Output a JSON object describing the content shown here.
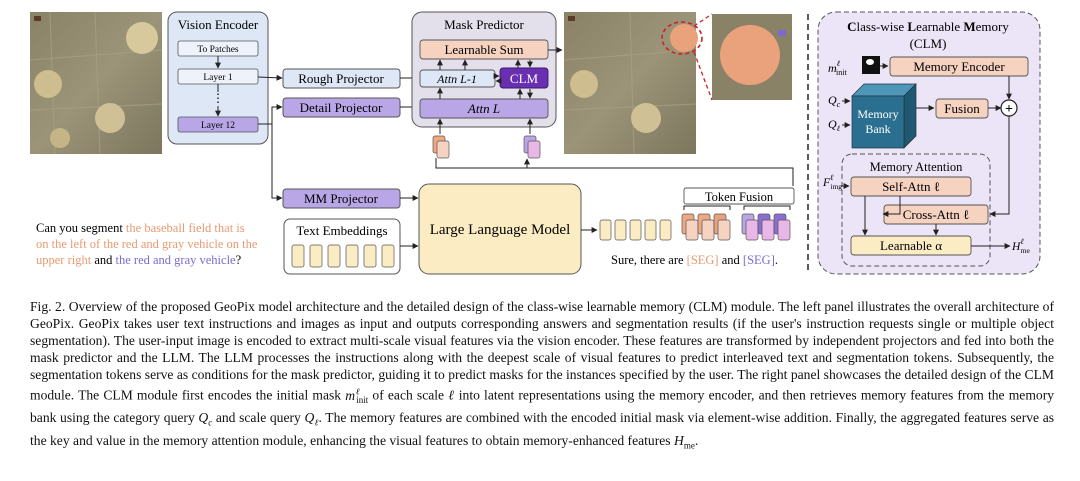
{
  "figure": {
    "vision_encoder": {
      "title": "Vision Encoder",
      "to_patches": "To Patches",
      "layer1": "Layer 1",
      "dots": "⋮",
      "layer12": "Layer 12"
    },
    "projectors": {
      "rough": "Rough Projector",
      "detail": "Detail Projector",
      "mm": "MM Projector"
    },
    "mask_predictor": {
      "title": "Mask Predictor",
      "learnable_sum": "Learnable Sum",
      "attn_l_minus_1": "Attn L-1",
      "clm": "CLM",
      "attn_l": "Attn L"
    },
    "query": {
      "line1_a": "Can you segment ",
      "line1_b": "the baseball field that is",
      "line2": "on the left of the red and gray vehicle on the",
      "line3_a": "upper right",
      "line3_b": " and ",
      "line3_c": "the red and gray vehicle",
      "line3_d": "?"
    },
    "text_embeddings": "Text Embeddings",
    "llm": "Large Language Model",
    "token_fusion": "Token Fusion",
    "answer": {
      "a": "Sure, there are ",
      "seg1": "[SEG]",
      "b": " and ",
      "seg2": "[SEG]",
      "c": "."
    },
    "clm_panel": {
      "title_c": "C",
      "title_lass": "lass-wise ",
      "title_l": "L",
      "title_earnable": "earnable ",
      "title_m": "M",
      "title_emory": "emory",
      "subtitle": "(CLM)",
      "m_init": "m",
      "m_init_sup": "ℓ",
      "m_init_sub": "init",
      "memory_encoder": "Memory Encoder",
      "qc": "Q",
      "qc_sub": "c",
      "ql": "Q",
      "ql_sub": "ℓ",
      "memory_bank_1": "Memory",
      "memory_bank_2": "Bank",
      "fusion": "Fusion",
      "plus": "+",
      "memory_attention": "Memory Attention",
      "f_img": "F",
      "f_img_sup": "ℓ",
      "f_img_sub": "img",
      "self_attn": "Self-Attn ℓ",
      "cross_attn": "Cross-Attn ℓ",
      "learnable_alpha": "Learnable α",
      "h_me": "H",
      "h_me_sup": "ℓ",
      "h_me_sub": "me"
    },
    "colors": {
      "vision_blue": "#dde7f5",
      "layer_purple": "#b9a6e6",
      "clm_dark": "#6a2fb0",
      "peach": "#f6d2c0",
      "yellow": "#fbecc3",
      "panel_lavender": "#ece4f7",
      "field_orange": "#e9a27c",
      "seg_orange": "#f0a882",
      "seg_purple": "#8a6fd0",
      "memory_bank_teal": "#2a6f8f"
    }
  },
  "caption": {
    "label": "Fig. 2.",
    "text_1": "  Overview of the proposed GeoPix model architecture and the detailed design of the class-wise learnable memory (CLM) module. The left panel illustrates the overall architecture of GeoPix. GeoPix takes user text instructions and images as input and outputs corresponding answers and segmentation results (if the user's instruction requests single or multiple object segmentation). The user-input image is encoded to extract multi-scale visual features via the vision encoder. These features are transformed by independent projectors and fed into both the mask predictor and the LLM. The LLM processes the instructions along with the deepest scale of visual features to predict interleaved text and segmentation tokens. Subsequently, the segmentation tokens serve as conditions for the mask predictor, guiding it to predict masks for the instances specified by the user. The right panel showcases the detailed design of the CLM module. The CLM module first encodes the initial mask ",
    "m_init": "m",
    "m_init_sup": "ℓ",
    "m_init_sub": "init",
    "text_2": " of each scale ",
    "ell": "ℓ",
    "text_3": " into latent representations using the memory encoder, and then retrieves memory features from the memory bank using the category query ",
    "qc": "Q",
    "qc_sub": "c",
    "text_4": " and scale query ",
    "ql": "Q",
    "ql_sub": "ℓ",
    "text_5": ". The memory features are combined with the encoded initial mask via element-wise addition. Finally, the aggregated features serve as the key and value in the memory attention module, enhancing the visual features to obtain memory-enhanced features ",
    "hme": "H",
    "hme_sub": "me",
    "text_6": "."
  }
}
